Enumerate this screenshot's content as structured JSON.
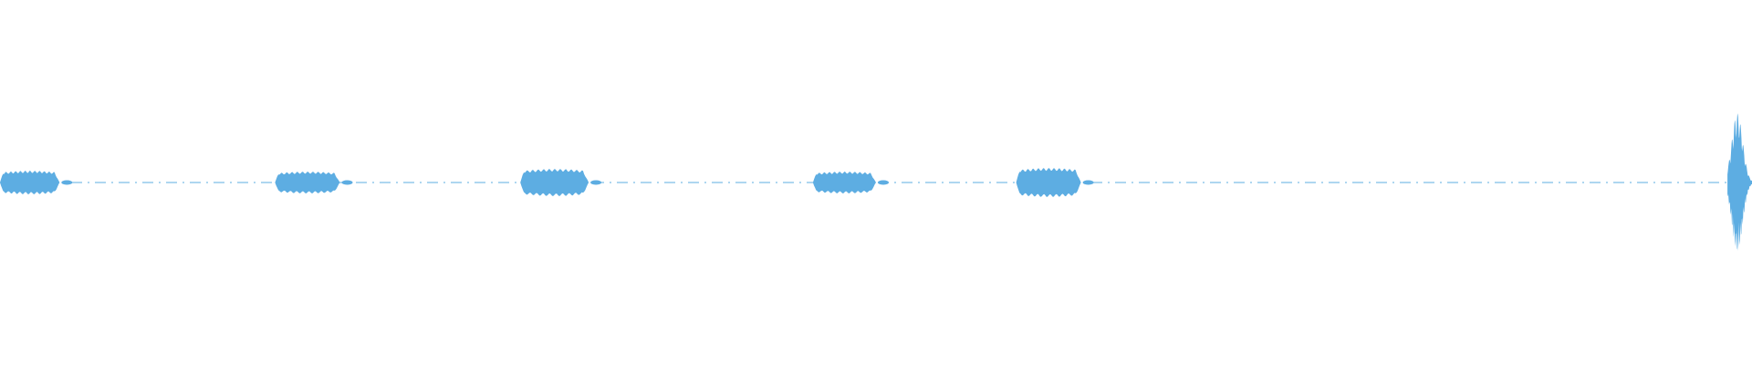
{
  "waveform": {
    "color": "#5dade2",
    "background": "#ffffff",
    "sound_segments": [
      {
        "kind": "word",
        "start": 0.0,
        "end": 0.034,
        "peak": 0.065
      },
      {
        "kind": "word",
        "start": 0.157,
        "end": 0.194,
        "peak": 0.06
      },
      {
        "kind": "word",
        "start": 0.297,
        "end": 0.336,
        "peak": 0.075
      },
      {
        "kind": "word",
        "start": 0.464,
        "end": 0.5,
        "peak": 0.06
      },
      {
        "kind": "word",
        "start": 0.58,
        "end": 0.617,
        "peak": 0.08
      },
      {
        "kind": "transient",
        "start": 0.986,
        "end": 1.0,
        "peak": 0.38
      }
    ],
    "noise_floor": 0.004
  }
}
